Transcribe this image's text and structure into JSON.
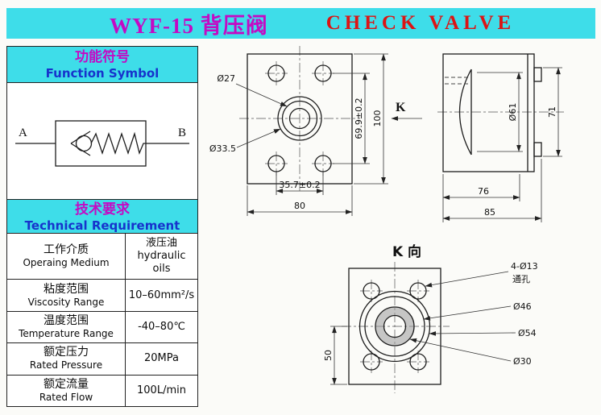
{
  "colors": {
    "cyan": "#3edde9",
    "magenta": "#c40ac4",
    "blue": "#1733cc",
    "red": "#dc1414",
    "line": "#1c1c1c"
  },
  "header": {
    "title_cn": "WYF-15 背压阀",
    "title_en": "CHECK VALVE"
  },
  "function_symbol": {
    "heading_cn": "功能符号",
    "heading_en": "Function Symbol",
    "port_a": "A",
    "port_b": "B"
  },
  "technical": {
    "heading_cn": "技术要求",
    "heading_en": "Technical Requirement",
    "rows": [
      {
        "label_cn": "工作介质",
        "label_en": "Operaing Medium",
        "value": "液压油",
        "value2": "hydraulic oils"
      },
      {
        "label_cn": "粘度范围",
        "label_en": "Viscosity Range",
        "value": "10–60mm²/s"
      },
      {
        "label_cn": "温度范围",
        "label_en": "Temperature Range",
        "value": "-40–80℃"
      },
      {
        "label_cn": "额定压力",
        "label_en": "Rated Pressure",
        "value": "20MPa"
      },
      {
        "label_cn": "额定流量",
        "label_en": "Rated Flow",
        "value": "100L/min"
      }
    ]
  },
  "front_view": {
    "d27": "Ø27",
    "d33_5": "Ø33.5",
    "v69": "69.9±0.2",
    "h100": "100",
    "k": "K",
    "w35": "35.7±0.2",
    "w80": "80"
  },
  "side_view": {
    "d61": "Ø61",
    "h71": "71",
    "w76": "76",
    "w85": "85"
  },
  "k_view": {
    "title": "K 向",
    "holes": "4-Ø13",
    "holes_note": "通孔",
    "d46": "Ø46",
    "d54": "Ø54",
    "d30": "Ø30",
    "h50": "50"
  }
}
